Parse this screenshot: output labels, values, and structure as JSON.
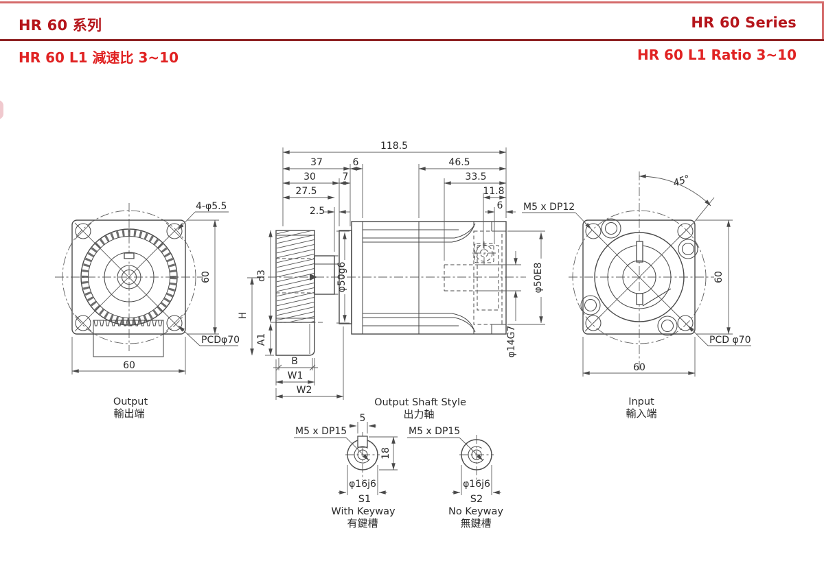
{
  "colors": {
    "title_red": "#b5151b",
    "subtitle_red": "#e02222",
    "divider_red": "#8e2122",
    "border_pink": "#d46a6a",
    "line_gray": "#4a4a4a"
  },
  "header": {
    "title_zh": "HR 60 系列",
    "title_en": "HR 60 Series",
    "subtitle_zh": "HR 60 L1 減速比 3~10",
    "subtitle_en": "HR 60 L1 Ratio 3~10"
  },
  "output_view": {
    "callout_holes": "4-φ5.5",
    "callout_pcd": "PCDφ70",
    "dim_height": "60",
    "dim_width": "60",
    "caption_en": "Output",
    "caption_zh": "輸出端"
  },
  "section_view": {
    "dims": {
      "total": "118.5",
      "a37": "37",
      "a6": "6",
      "a46_5": "46.5",
      "a30": "30",
      "a7": "7",
      "a33_5": "33.5",
      "a27_5": "27.5",
      "a11_8": "11.8",
      "a2_5": "2.5",
      "b6": "6",
      "dia_pilot": "φ50g6",
      "dia_bore": "φ50E8",
      "dia_input": "φ14G7",
      "d3": "d3",
      "h": "H",
      "a1": "A1",
      "b": "B",
      "w1": "W1",
      "w2": "W2"
    },
    "callout_screw": "M5 x DP12"
  },
  "input_view": {
    "angle": "45°",
    "dim_height": "60",
    "dim_width": "60",
    "callout_pcd": "PCD φ70",
    "caption_en": "Input",
    "caption_zh": "輸入端"
  },
  "shaft_styles": {
    "heading_en": "Output Shaft Style",
    "heading_zh": "出力軸",
    "s1": {
      "callout": "M5 x DP15",
      "key_width": "5",
      "height": "18",
      "dia": "φ16j6",
      "code": "S1",
      "label_en": "With Keyway",
      "label_zh": "有鍵槽"
    },
    "s2": {
      "callout": "M5 x DP15",
      "dia": "φ16j6",
      "code": "S2",
      "label_en": "No Keyway",
      "label_zh": "無鍵槽"
    }
  }
}
